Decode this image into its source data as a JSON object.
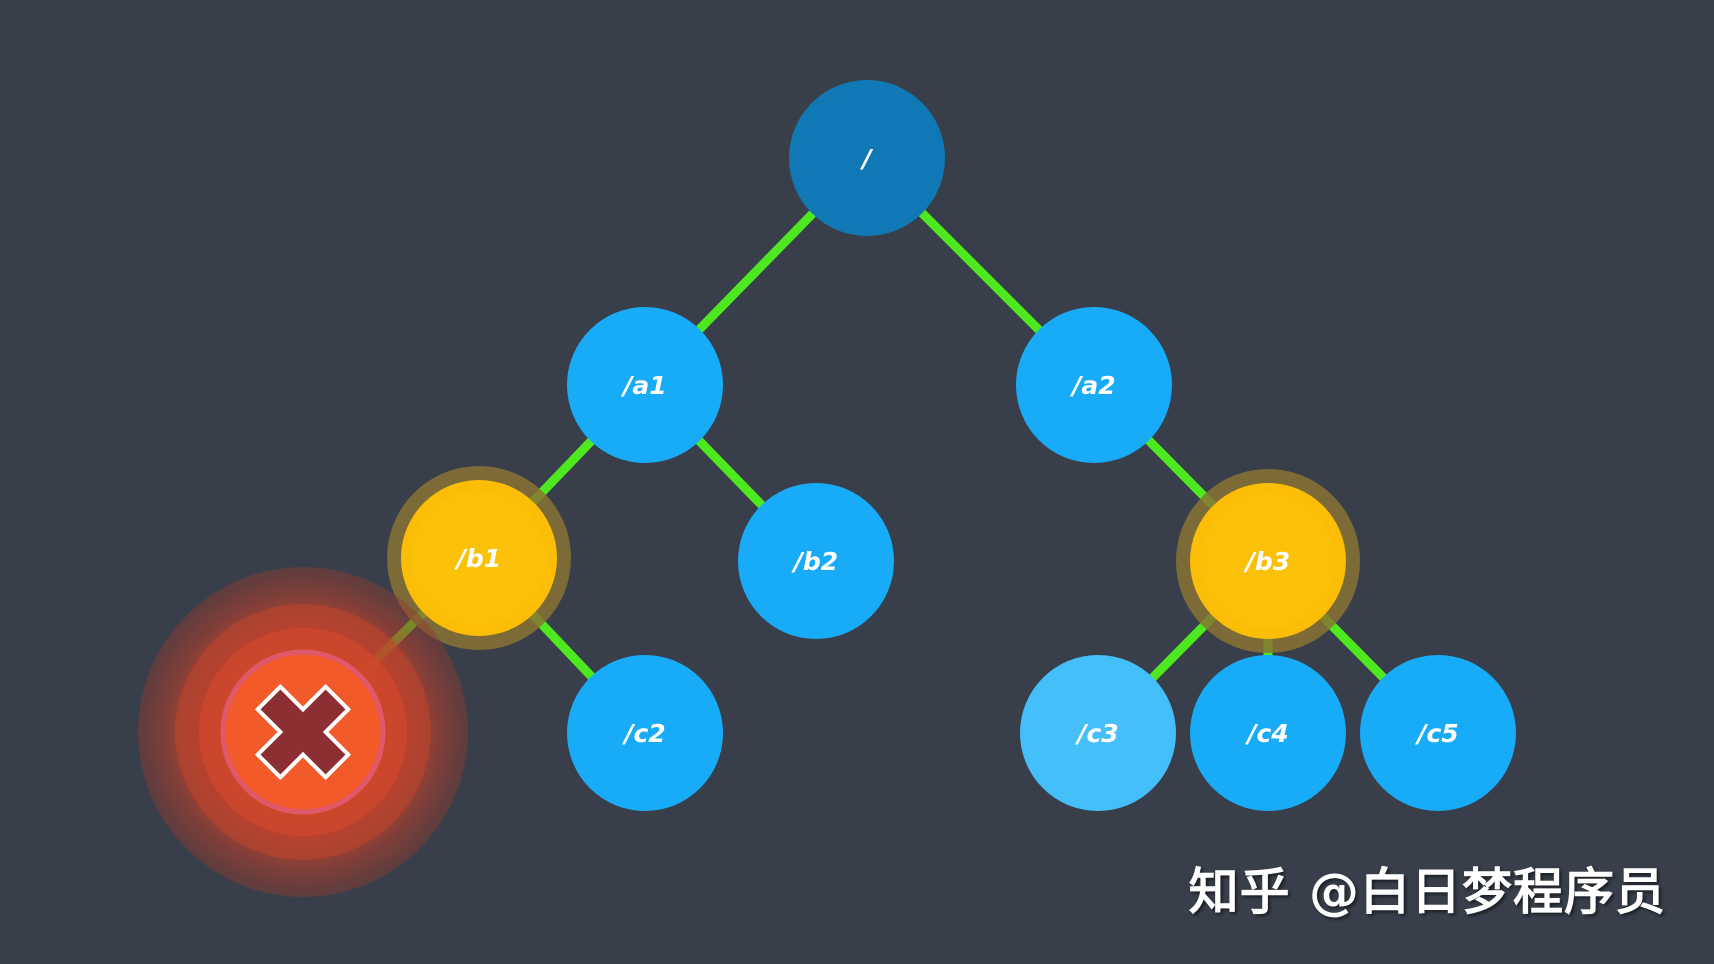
{
  "nodes": [
    {
      "id": "root",
      "label": "/",
      "color": "#1078b4"
    },
    {
      "id": "a1",
      "label": "/a1",
      "color": "#18abf7"
    },
    {
      "id": "a2",
      "label": "/a2",
      "color": "#18abf7"
    },
    {
      "id": "b1",
      "label": "/b1",
      "color": "#fbbd05",
      "highlight": true
    },
    {
      "id": "b2",
      "label": "/b2",
      "color": "#18abf7"
    },
    {
      "id": "b3",
      "label": "/b3",
      "color": "#fbbd05",
      "highlight": true
    },
    {
      "id": "failed",
      "label": "",
      "color": "#f25a2a",
      "failed": true
    },
    {
      "id": "c2",
      "label": "/c2",
      "color": "#18abf7"
    },
    {
      "id": "c3",
      "label": "/c3",
      "color": "#45bffa"
    },
    {
      "id": "c4",
      "label": "/c4",
      "color": "#18abf7"
    },
    {
      "id": "c5",
      "label": "/c5",
      "color": "#18abf7"
    }
  ],
  "edges": [
    [
      "root",
      "a1"
    ],
    [
      "root",
      "a2"
    ],
    [
      "a1",
      "b1"
    ],
    [
      "a1",
      "b2"
    ],
    [
      "a2",
      "b3"
    ],
    [
      "b1",
      "failed"
    ],
    [
      "b1",
      "c2"
    ],
    [
      "b3",
      "c3"
    ],
    [
      "b3",
      "c4"
    ],
    [
      "b3",
      "c5"
    ]
  ],
  "colors": {
    "background": "#383f4a",
    "edge": "#4de81f",
    "highlight_ring": "#8a7334",
    "failed_glow": "#e2412a",
    "failed_mark": "#8b2f33"
  },
  "icons": {
    "failed": "cross-icon"
  },
  "watermark": "知乎 @白日梦程序员"
}
